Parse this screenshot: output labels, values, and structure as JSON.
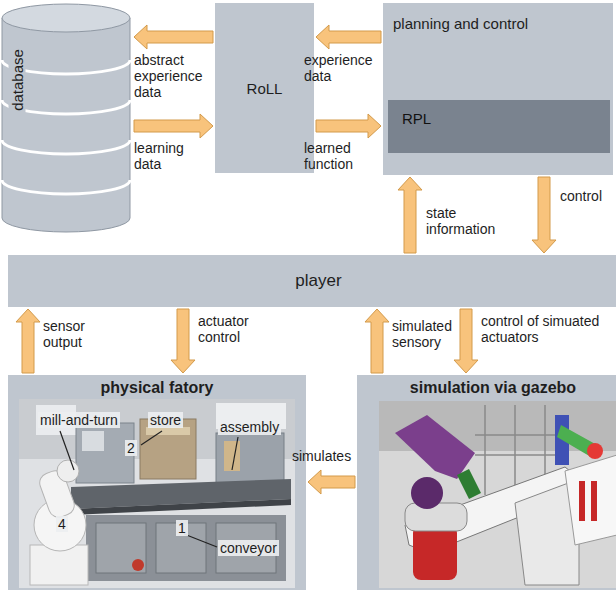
{
  "diagram": {
    "nodes": [
      {
        "text": [
          "database"
        ]
      },
      {
        "text": [
          "RoLL"
        ]
      },
      {
        "text": [
          "planning and control"
        ]
      },
      {
        "text": [
          "RPL"
        ],
        "in": 2
      },
      {
        "text": [
          "player"
        ]
      },
      {
        "text": [
          "physical fatory"
        ]
      },
      {
        "text": [
          "simulation via gazebo"
        ]
      }
    ],
    "edges": [
      {
        "from": 1,
        "to": 0,
        "arrow": "to",
        "label": "abstract experience data"
      },
      {
        "from": 0,
        "to": 1,
        "arrow": "to",
        "label": "learning data"
      },
      {
        "from": 2,
        "to": 1,
        "arrow": "to",
        "label": "experience data"
      },
      {
        "from": 1,
        "to": 2,
        "arrow": "to",
        "label": "learned function"
      },
      {
        "from": 2,
        "to": 4,
        "arrow": "to",
        "label": "control"
      },
      {
        "from": 4,
        "to": 2,
        "arrow": "to",
        "label": "state information"
      },
      {
        "from": 5,
        "to": 4,
        "arrow": "to",
        "label": "sensor output"
      },
      {
        "from": 4,
        "to": 5,
        "arrow": "to",
        "label": "actuator control"
      },
      {
        "from": 6,
        "to": 4,
        "arrow": "to",
        "label": "simulated sensory"
      },
      {
        "from": 4,
        "to": 6,
        "arrow": "to",
        "label": "control of simuated actuators"
      },
      {
        "from": 6,
        "to": 5,
        "arrow": "to",
        "label": "simulates"
      }
    ],
    "labels": [
      "mill-and-turn",
      "store",
      "assembly",
      "conveyor",
      "2",
      "4",
      "1"
    ]
  }
}
